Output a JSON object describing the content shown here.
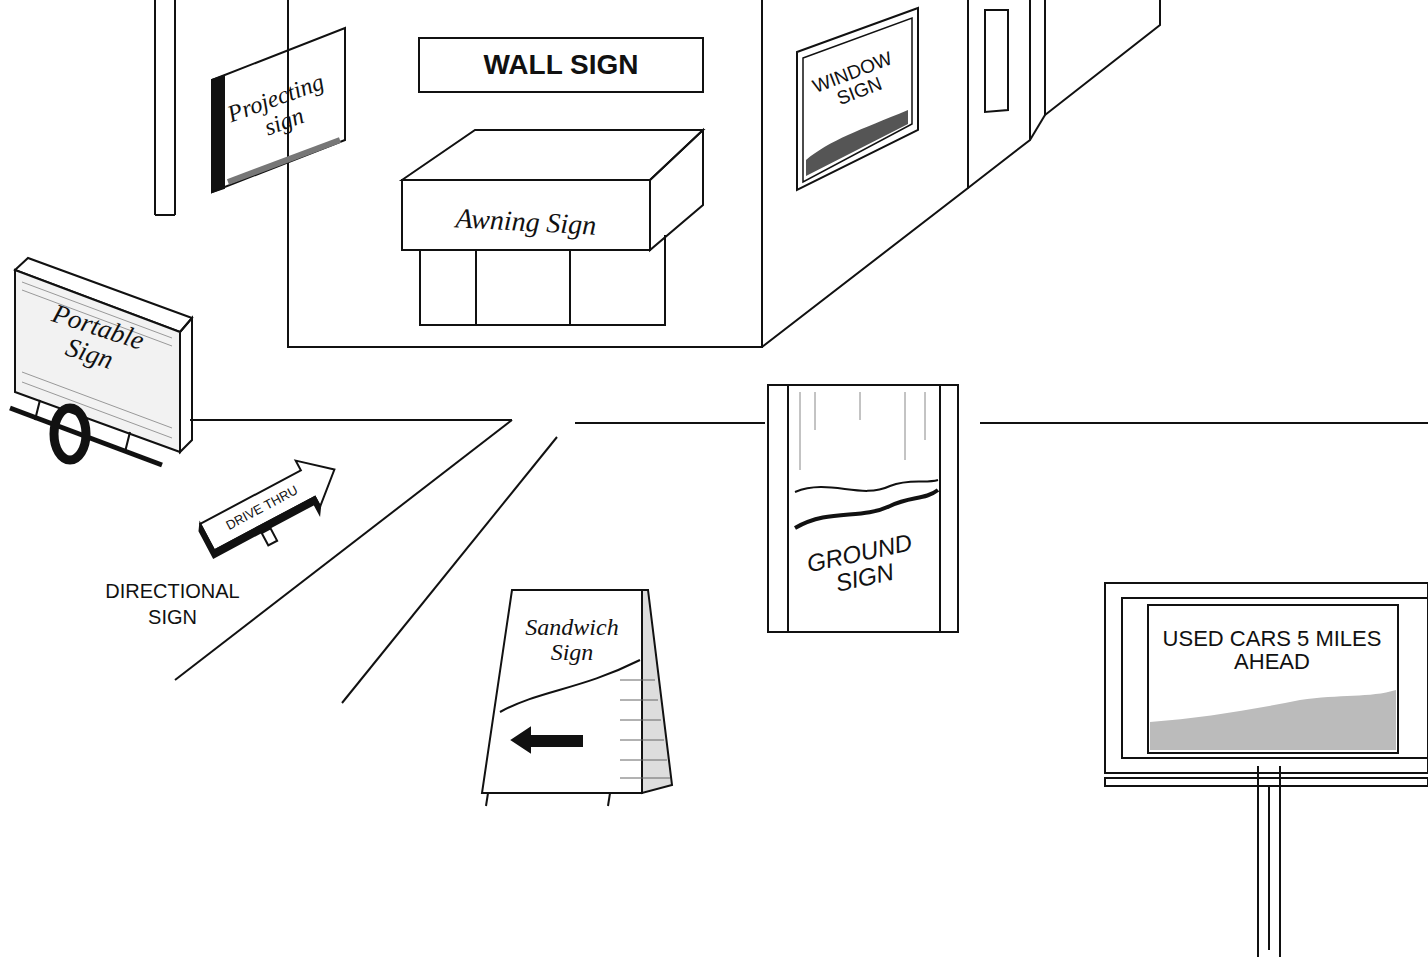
{
  "diagram": {
    "nodes": [
      {
        "text": [
          "Projecting sign"
        ]
      },
      {
        "text": [
          "WALL SIGN"
        ]
      },
      {
        "text": [
          "WINDOW SIGN"
        ]
      },
      {
        "text": [
          "Awning Sign"
        ]
      },
      {
        "text": [
          "Portable Sign"
        ]
      },
      {
        "text": [
          "DRIVE THRU"
        ]
      },
      {
        "text": [
          "GROUND SIGN"
        ]
      },
      {
        "text": [
          "Sandwich Sign"
        ]
      },
      {
        "text": [
          "USED CARS 5 MILES AHEAD"
        ]
      }
    ],
    "labels": [
      "DIRECTIONAL SIGN"
    ]
  }
}
